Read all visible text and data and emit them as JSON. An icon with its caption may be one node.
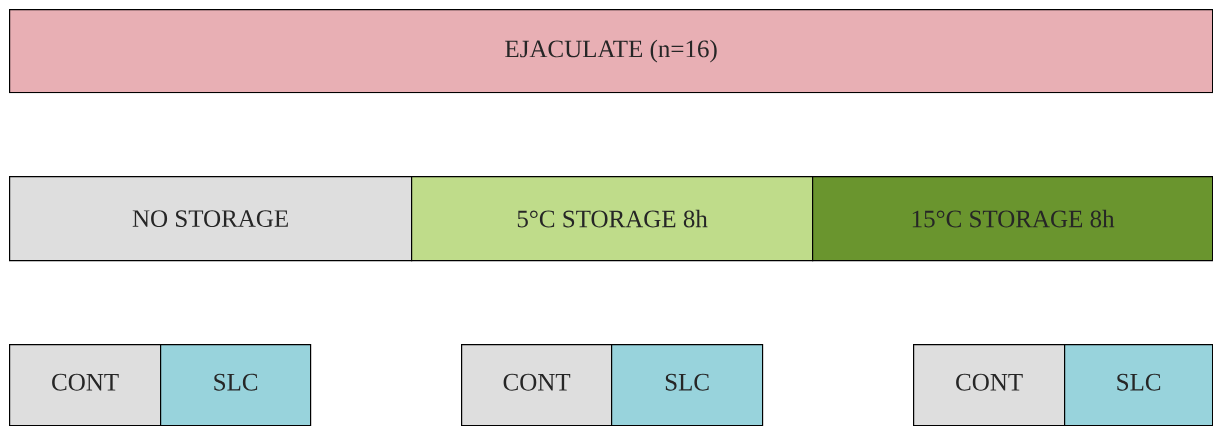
{
  "diagram": {
    "nodes": [
      {
        "text": [
          "EJACULATE (n=16)"
        ]
      },
      {
        "text": [
          "NO STORAGE"
        ]
      },
      {
        "text": [
          "5°C STORAGE 8h"
        ]
      },
      {
        "text": [
          "15°C STORAGE 8h"
        ]
      },
      {
        "text": [
          "CONT"
        ]
      },
      {
        "text": [
          "SLC"
        ]
      },
      {
        "text": [
          "CONT"
        ]
      },
      {
        "text": [
          "SLC"
        ]
      },
      {
        "text": [
          "CONT"
        ]
      },
      {
        "text": [
          "SLC"
        ]
      }
    ]
  }
}
